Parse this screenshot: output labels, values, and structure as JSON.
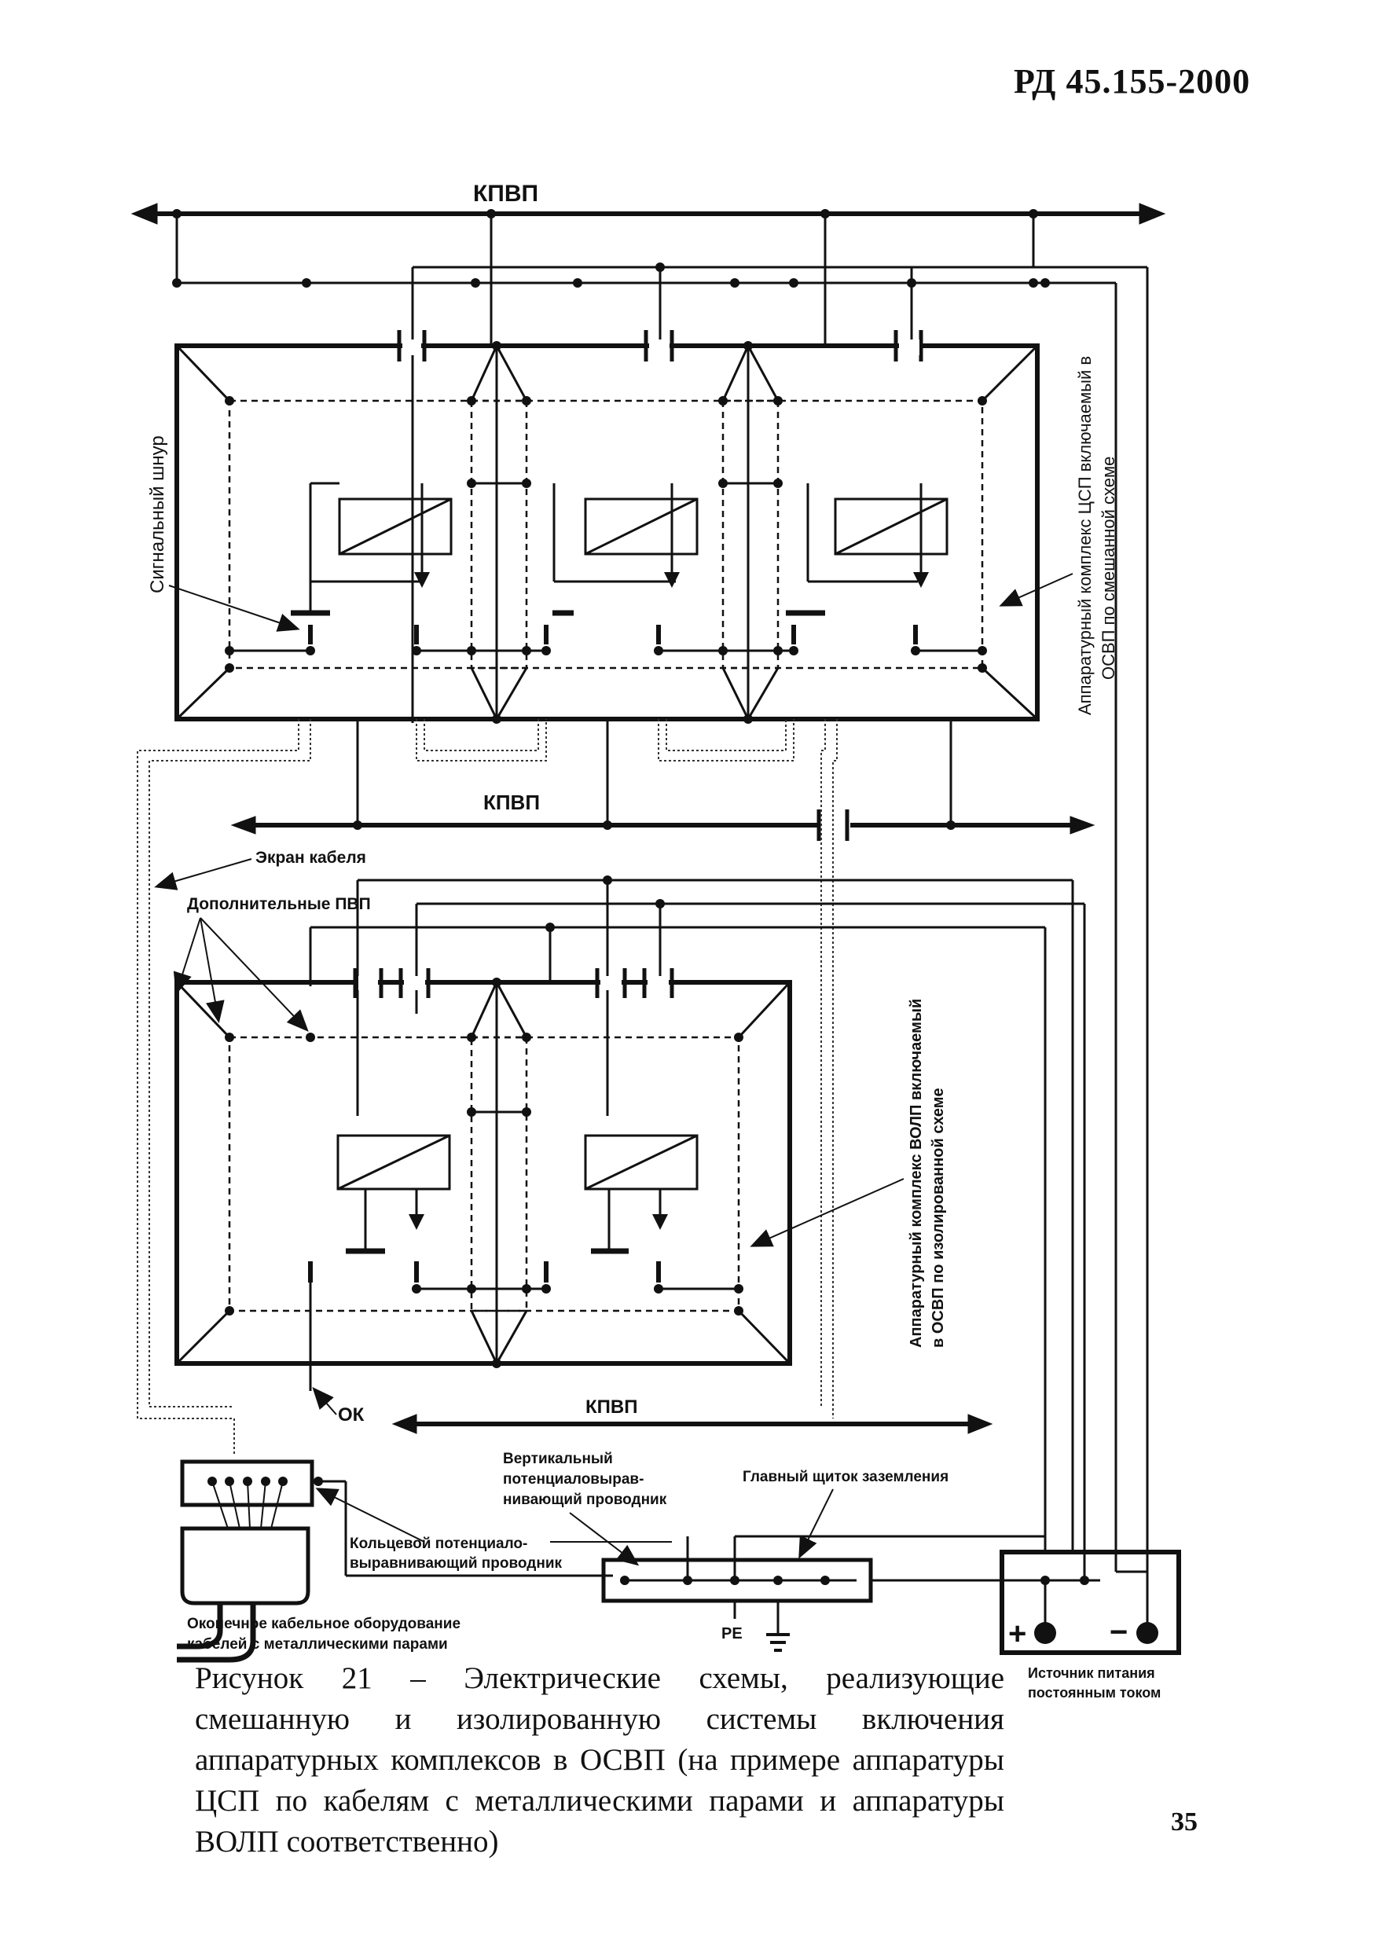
{
  "header": {
    "doc_code": "РД 45.155-2000"
  },
  "labels": {
    "kpvp_top": "КПВП",
    "kpvp_middle": "КПВП",
    "kpvp_bottom": "КПВП",
    "signal_cord": "Сигнальный шнур",
    "complex_mixed": "Аппаратурный комплекс ЦСП, включаемый в ОСВП по смешанной схеме",
    "complex_mixed_line1": "Аппаратурный комплекс ЦСП включаемый в",
    "complex_mixed_line2": "ОСВП по смешанной схеме",
    "cable_screen": "Экран кабеля",
    "extra_pvp": "Дополнительные ПВП",
    "complex_isolated_line1": "Аппаратурный комплекс ВОЛП включаемый",
    "complex_isolated_line2": "в ОСВП по изолированной схеме",
    "ok": "ОК",
    "vertical_conductor_line1": "Вертикальный",
    "vertical_conductor_line2": "потенциаловырав-",
    "vertical_conductor_line3": "нивающий проводник",
    "main_ground_panel": "Главный щиток заземления",
    "ring_conductor_line1": "Кольцевой потенциало-",
    "ring_conductor_line2": "выравнивающий проводник",
    "terminal_line1": "Оконечное кабельное оборудование",
    "terminal_line2": "кабелей с металлическими парами",
    "pe": "PE",
    "plus": "+",
    "minus": "−",
    "power_line1": "Источник питания",
    "power_line2": "постоянным током"
  },
  "caption": "Рисунок 21 – Электрические схемы, реализующие смешанную и изолированную системы включения аппаратурных комплексов в ОСВП (на примере аппаратуры ЦСП по кабелям с металлическими парами и аппаратуры ВОЛП соответственно)",
  "page_number": "35"
}
